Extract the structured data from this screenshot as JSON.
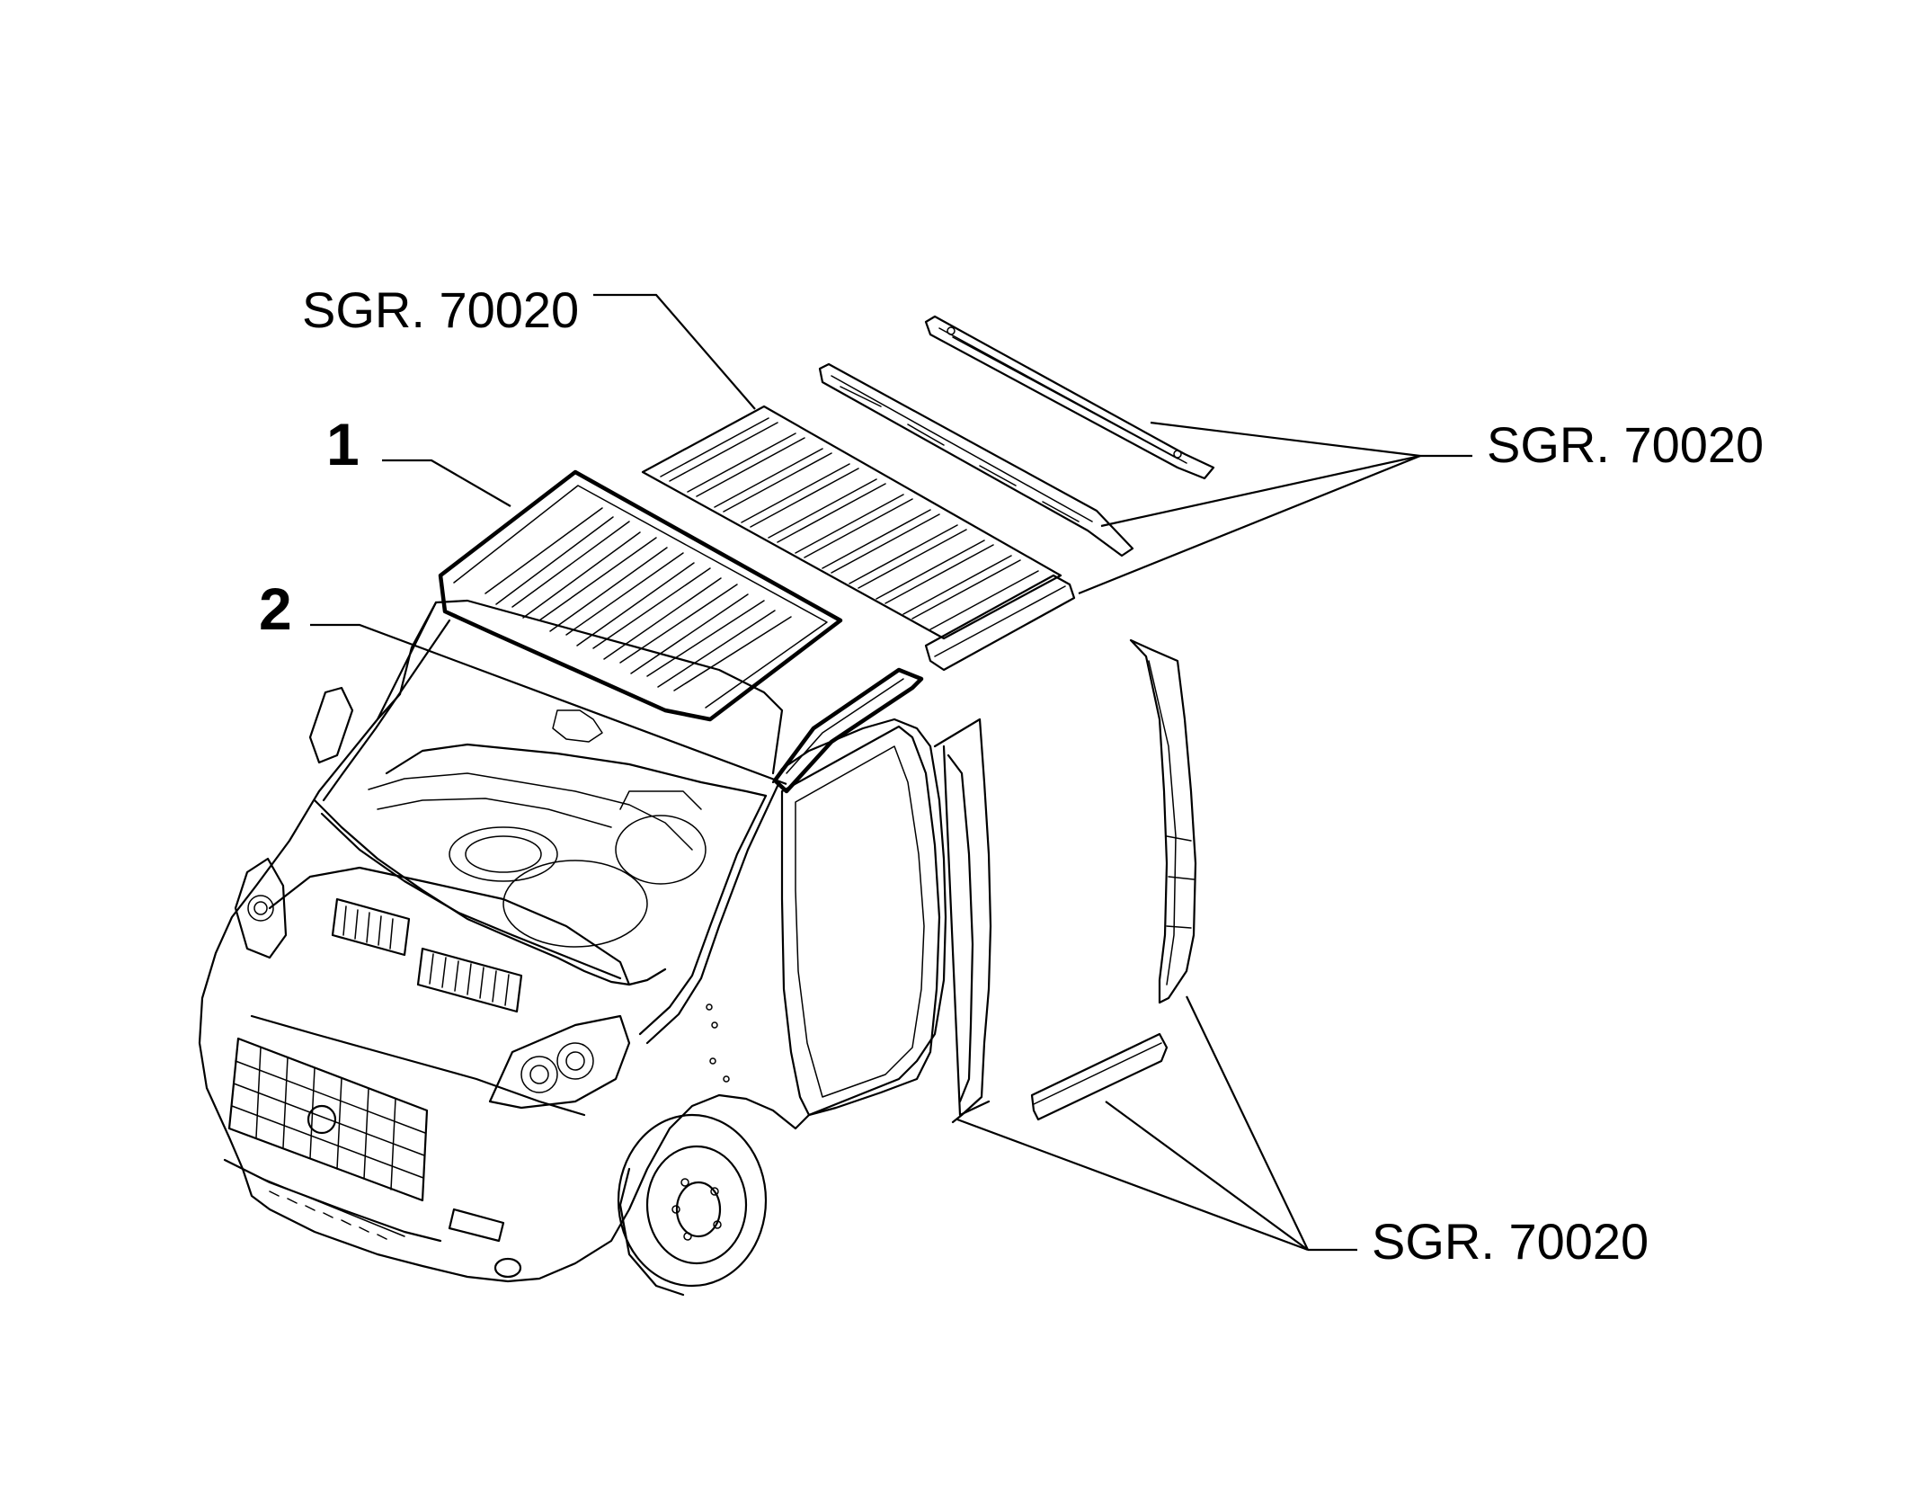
{
  "callouts": {
    "ref_top": "SGR. 70020",
    "ref_right": "SGR. 70020",
    "ref_bottom": "SGR. 70020",
    "part_1": "1",
    "part_2": "2"
  },
  "colors": {
    "line": "#000000",
    "background": "#ffffff"
  }
}
